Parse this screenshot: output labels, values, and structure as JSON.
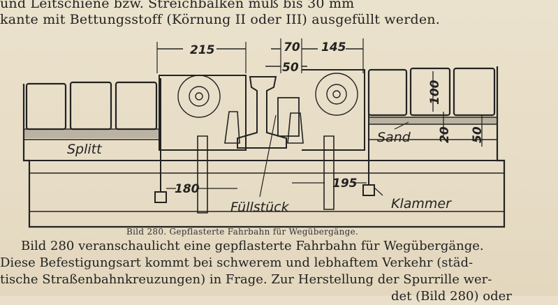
{
  "top_text": {
    "line1": "und Leitschiene bzw. Streichbalken muß bis 30 mm",
    "line2": "kante mit Bettungsstoff (Körnung II oder III) ausgefüllt werden."
  },
  "figure": {
    "dimensions": {
      "d215": "215",
      "d70": "70",
      "d145": "145",
      "d50_top": "50",
      "d100": "100",
      "d20": "20",
      "d50_right": "50",
      "d180": "180",
      "d195": "195"
    },
    "labels": {
      "splitt": "Splitt",
      "sand": "Sand",
      "fuellstueck": "Füllstück",
      "klammer": "Klammer"
    }
  },
  "caption": "Bild 280. Gepflasterte Fahrbahn für Wegübergänge.",
  "body_text": {
    "line1": "Bild 280 veranschaulicht eine gepflasterte Fahrbahn für Wegübergänge.",
    "line2": "Diese Befestigungsart kommt bei schwerem und lebhaftem Verkehr (städ-",
    "line3": "tische Straßenbahnkreuzungen) in Frage. Zur Herstellung der Spurrille wer-",
    "line4": "det (Bild 280) oder"
  }
}
